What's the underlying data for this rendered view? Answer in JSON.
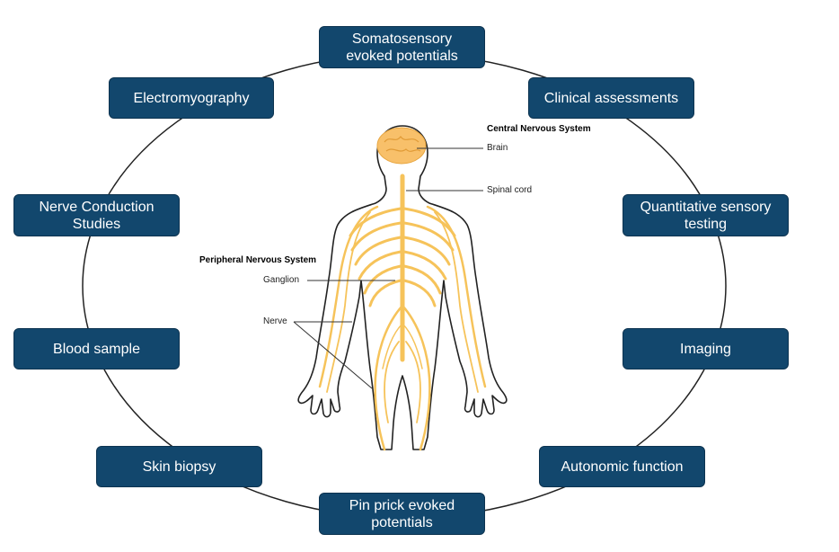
{
  "methods": {
    "top": [
      "Somatosensory",
      "evoked potentials"
    ],
    "electromyography": "Electromyography",
    "clinical": "Clinical assessments",
    "nerve_conduction": [
      "Nerve Conduction",
      "Studies"
    ],
    "qst": [
      "Quantitative sensory",
      "testing"
    ],
    "blood": "Blood sample",
    "imaging": "Imaging",
    "skin": "Skin biopsy",
    "autonomic": "Autonomic function",
    "bottom": [
      "Pin prick evoked",
      "potentials"
    ]
  },
  "anatomy": {
    "cns_title": "Central Nervous System",
    "brain": "Brain",
    "spinal_cord": "Spinal cord",
    "pns_title": "Peripheral Nervous System",
    "ganglion": "Ganglion",
    "nerve": "Nerve"
  },
  "colors": {
    "box_fill": "#12476d",
    "nerve": "#f6c35a",
    "brain": "#f8c06a",
    "outline": "#222222"
  }
}
